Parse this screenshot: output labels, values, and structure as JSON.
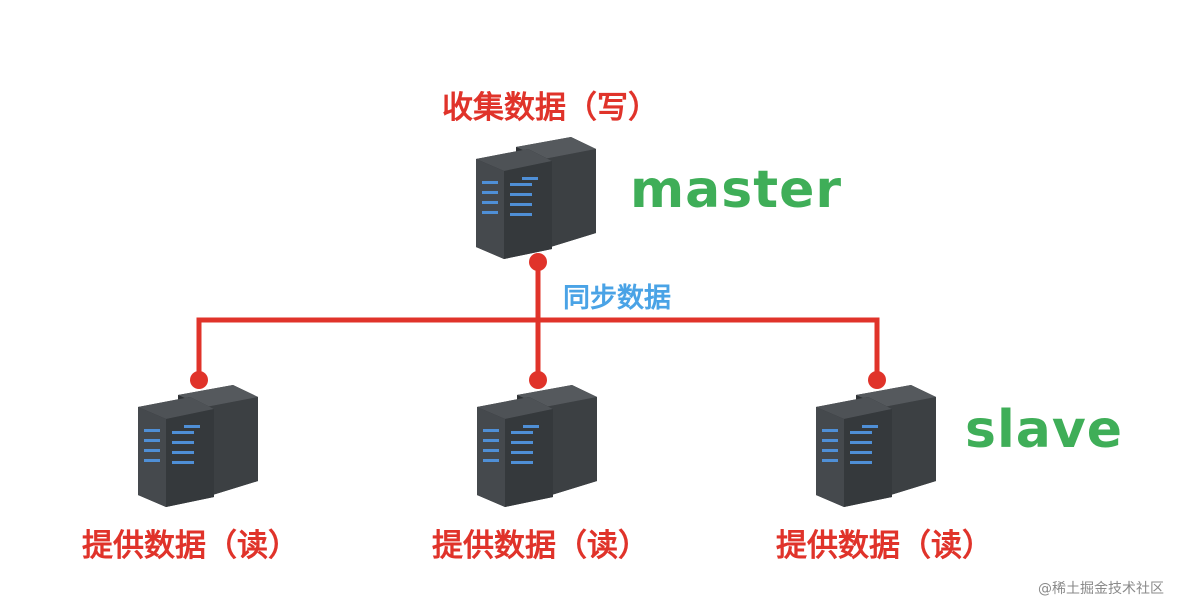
{
  "master": {
    "caption": "收集数据（写）",
    "label": "master"
  },
  "sync": {
    "label": "同步数据"
  },
  "slave": {
    "label": "slave",
    "captions": [
      "提供数据（读）",
      "提供数据（读）",
      "提供数据（读）"
    ]
  },
  "watermark": "@稀土掘金技术社区",
  "colors": {
    "line": "#e0332a",
    "caption": "#e0332a",
    "role_label": "#3fae58",
    "sync_label": "#4aa3e6",
    "server_body": "#3a3d40",
    "server_led": "#4f8fd6"
  },
  "icons": {
    "master_server": "server-rack-icon",
    "slave_server": "server-rack-icon"
  }
}
